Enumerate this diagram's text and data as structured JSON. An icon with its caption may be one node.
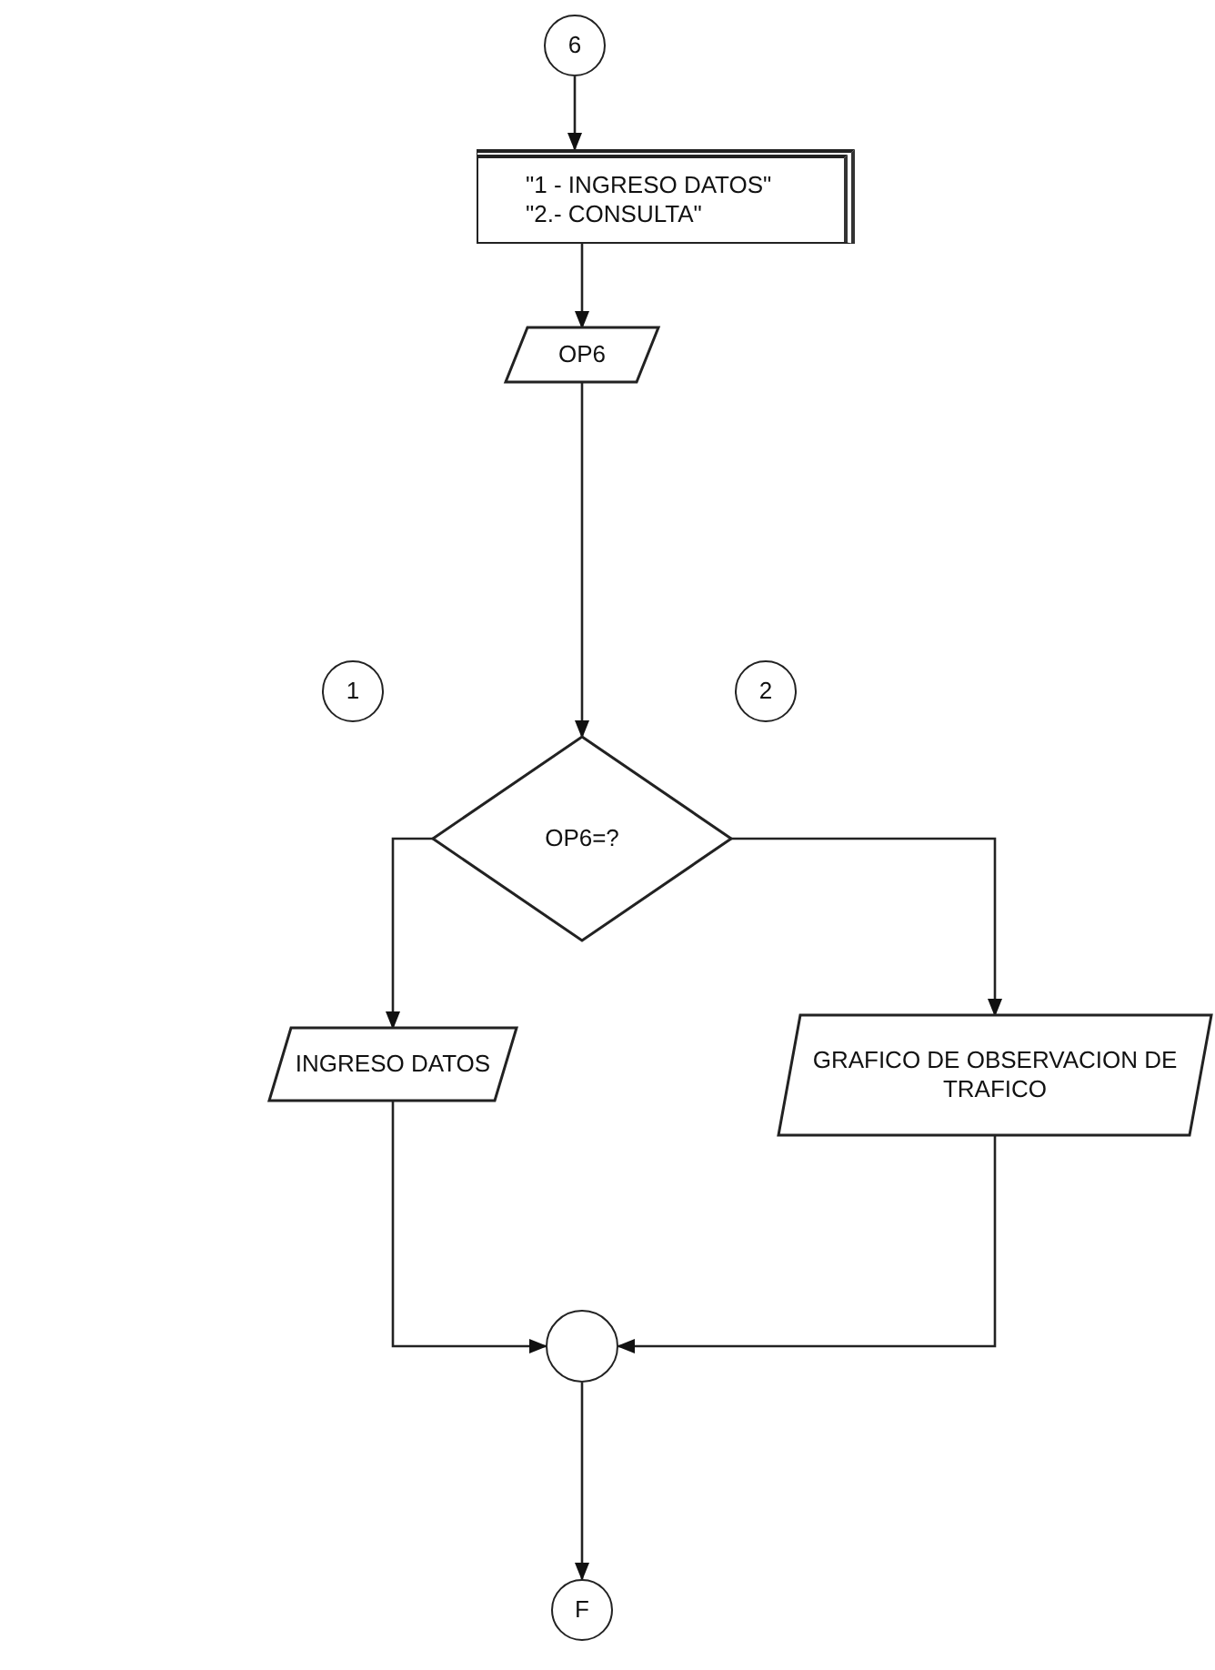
{
  "diagram": {
    "nodes": [
      {
        "text": [
          "6"
        ]
      },
      {
        "text": [
          "\"1 - INGRESO DATOS\"",
          "\"2.- CONSULTA\""
        ]
      },
      {
        "text": [
          "OP6"
        ]
      },
      {
        "text": [
          "OP6=?"
        ]
      },
      {
        "text": [
          "1"
        ]
      },
      {
        "text": [
          "2"
        ]
      },
      {
        "text": [
          "INGRESO DATOS"
        ]
      },
      {
        "text": [
          "GRAFICO DE OBSERVACION DE TRAFICO"
        ]
      },
      {
        "text": [],
        "shape": "circle"
      },
      {
        "text": [
          "F"
        ]
      }
    ],
    "edges": [
      {
        "from": 0,
        "to": 1,
        "arrow": "to"
      },
      {
        "from": 1,
        "to": 2,
        "arrow": "to"
      },
      {
        "from": 2,
        "to": 3,
        "arrow": "to"
      },
      {
        "from": 3,
        "to": 6,
        "arrow": "to"
      },
      {
        "from": 3,
        "to": 7,
        "arrow": "to"
      },
      {
        "from": 6,
        "to": 8,
        "arrow": "to"
      },
      {
        "from": 7,
        "to": 8,
        "arrow": "to"
      },
      {
        "from": 8,
        "to": 9,
        "arrow": "to"
      }
    ]
  }
}
